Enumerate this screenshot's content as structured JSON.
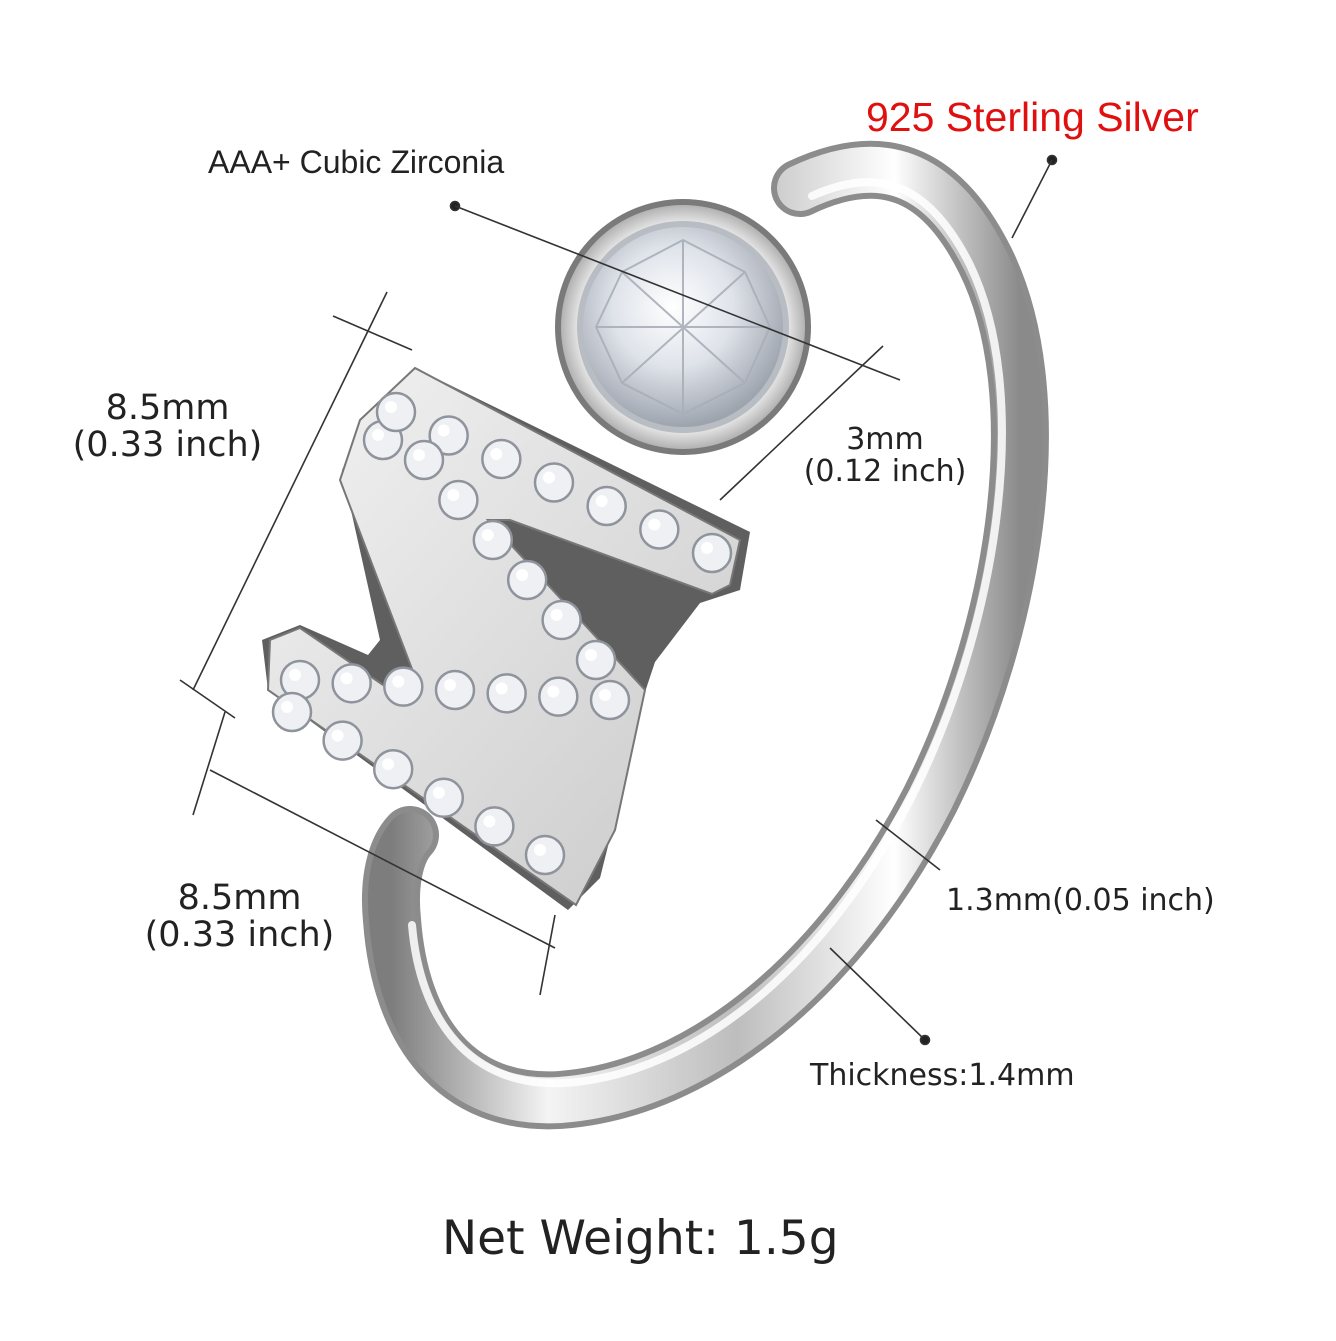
{
  "labels": {
    "material": "925 Sterling Silver",
    "stone": "AAA+ Cubic Zirconia",
    "height_mm": "8.5mm",
    "height_inch": "(0.33 inch)",
    "width_mm": "8.5mm",
    "width_inch": "(0.33 inch)",
    "stone_size_mm": "3mm",
    "stone_size_inch": "(0.12 inch)",
    "band_width": "1.3mm(0.05 inch)",
    "thickness": "Thickness:1.4mm",
    "net_weight": "Net Weight: 1.5g"
  },
  "colors": {
    "material_text": "#e01010",
    "label_text": "#222222",
    "silver": "#d9d9d9",
    "silver_dark": "#8a8a8a"
  }
}
